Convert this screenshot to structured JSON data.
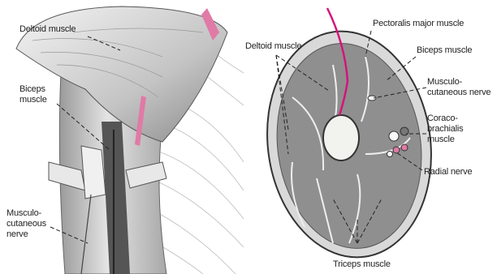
{
  "left_figure": {
    "labels": {
      "deltoid": "Deltoid muscle",
      "biceps_line1": "Biceps",
      "biceps_line2": "muscle",
      "mc_line1": "Musculo-",
      "mc_line2": "cutaneous",
      "mc_line3": "nerve"
    }
  },
  "right_figure": {
    "labels": {
      "pectoralis": "Pectoralis major muscle",
      "deltoid": "Deltoid muscle",
      "biceps": "Biceps muscle",
      "mc_line1": "Musculo-",
      "mc_line2": "cutaneous nerve",
      "cb_line1": "Coraco-",
      "cb_line2": "brachialis",
      "cb_line3": "muscle",
      "radial": "Radial nerve",
      "triceps": "Triceps muscle"
    }
  },
  "colors": {
    "needle": "#d4147c",
    "bone": "#f2f2ee",
    "muscle": "#8f8f8f",
    "skin": "#d9d9d9",
    "vessel": "#e07aa6"
  }
}
